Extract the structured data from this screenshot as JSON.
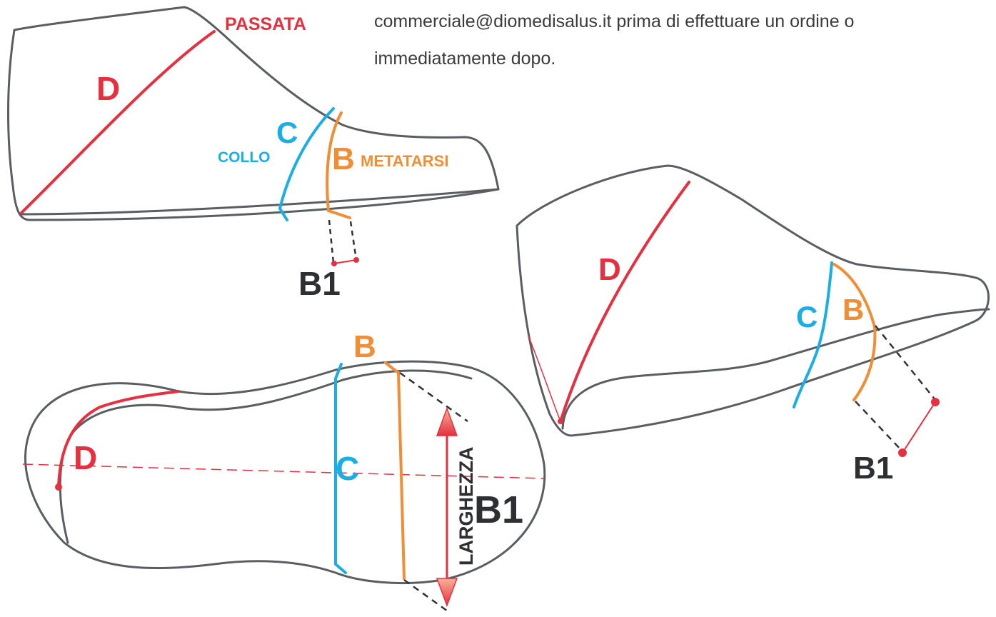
{
  "intro": {
    "line1": "commerciale@diomedisalus.it prima di effettuare un ordine o",
    "line2": "immediatamente dopo."
  },
  "colors": {
    "passata": "#e5303f",
    "collo": "#1aaee5",
    "metatarsi": "#ef8e35",
    "outline": "#5a5d62",
    "dark_label": "#2e2f33"
  },
  "side_view": {
    "label_passata": "PASSATA",
    "label_d": "D",
    "label_c": "C",
    "label_collo": "COLLO",
    "label_b": "B",
    "label_metatarsi": "METATARSI",
    "label_b1": "B1"
  },
  "angled_view": {
    "label_d": "D",
    "label_c": "C",
    "label_b": "B",
    "label_b1": "B1"
  },
  "sole_view": {
    "label_b": "B",
    "label_d": "D",
    "label_c": "C",
    "label_larghezza": "LARGHEZZA",
    "label_b1": "B1"
  }
}
